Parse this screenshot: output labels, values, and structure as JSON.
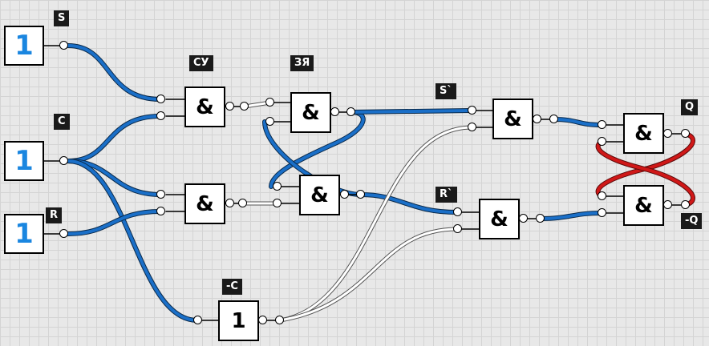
{
  "inputs": {
    "s": {
      "label": "S",
      "value": "1"
    },
    "c": {
      "label": "C",
      "value": "1"
    },
    "r": {
      "label": "R",
      "value": "1"
    }
  },
  "gate_symbols": {
    "and": "&",
    "or": "1"
  },
  "labels": {
    "su": "СУ",
    "zya": "ЗЯ",
    "s_prime": "S`",
    "r_prime": "R`",
    "q": "Q",
    "not_q": "-Q",
    "not_c": "-C"
  },
  "colors": {
    "active_wire": "#1a6fc8",
    "inactive_wire": "#ffffff",
    "feedback_wire": "#d01818",
    "input_value": "#1a86e0"
  }
}
